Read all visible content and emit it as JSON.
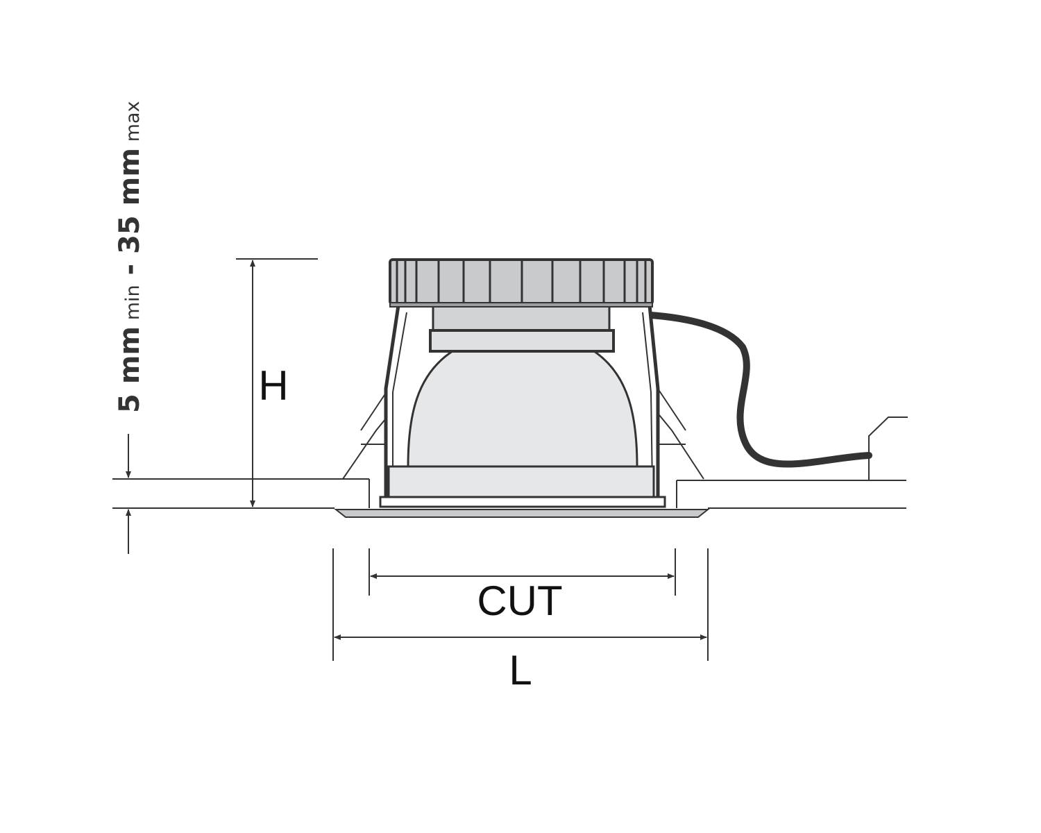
{
  "labels": {
    "height": "H",
    "cut": "CUT",
    "length": "L"
  },
  "ceiling_thickness": {
    "min_value": "5 mm",
    "min_suffix": " min",
    "separator": " - ",
    "max_value": "35 mm",
    "max_suffix": " max"
  },
  "colors": {
    "outline": "#333333",
    "body_fill": "#e6e7e9",
    "driver_fill": "#c9cacc",
    "cable": "#333333"
  }
}
